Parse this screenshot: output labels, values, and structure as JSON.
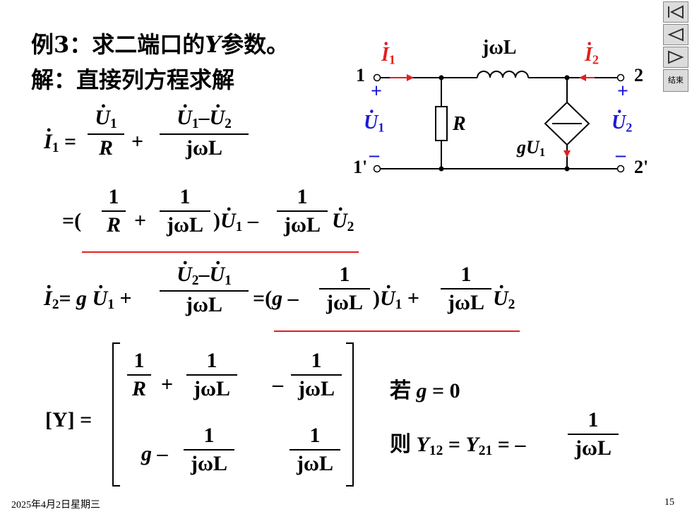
{
  "slide": {
    "title": "例3：求二端口的Y参数。",
    "title_pre": "例3：求二端口的",
    "title_y": "Y",
    "title_post": "参数。",
    "solve_label": "解：直接列方程求解",
    "footer_date": "2025年4月2日星期三",
    "page_number": "15"
  },
  "nav": {
    "first_label": "first",
    "prev_label": "prev",
    "next_label": "next",
    "end_label": "结束"
  },
  "circuit": {
    "i1": "I",
    "i1_sub": "1",
    "i2": "I",
    "i2_sub": "2",
    "inductor_label": "jωL",
    "resistor_label": "R",
    "source_label": "gU",
    "source_sub": "1",
    "port1": "1",
    "port1p": "1'",
    "port2": "2",
    "port2p": "2'",
    "u1": "U",
    "u1_sub": "1",
    "u2": "U",
    "u2_sub": "2",
    "plus": "+",
    "minus": "–",
    "color_current": "#e02020",
    "color_voltage": "#1a1ad6"
  },
  "equations": {
    "one": "1",
    "R": "R",
    "jwL": "jωL",
    "g": "g",
    "plus": "+",
    "minus": "–",
    "equals": "=",
    "lparen": "(",
    "rparen": ")",
    "Y_matrix": "[Y] =",
    "cond_if": "若",
    "cond_g0": "g = 0",
    "cond_then": "则",
    "Y12": "Y",
    "Y12_sub": "12",
    "Y21": "Y",
    "Y21_sub": "21"
  }
}
